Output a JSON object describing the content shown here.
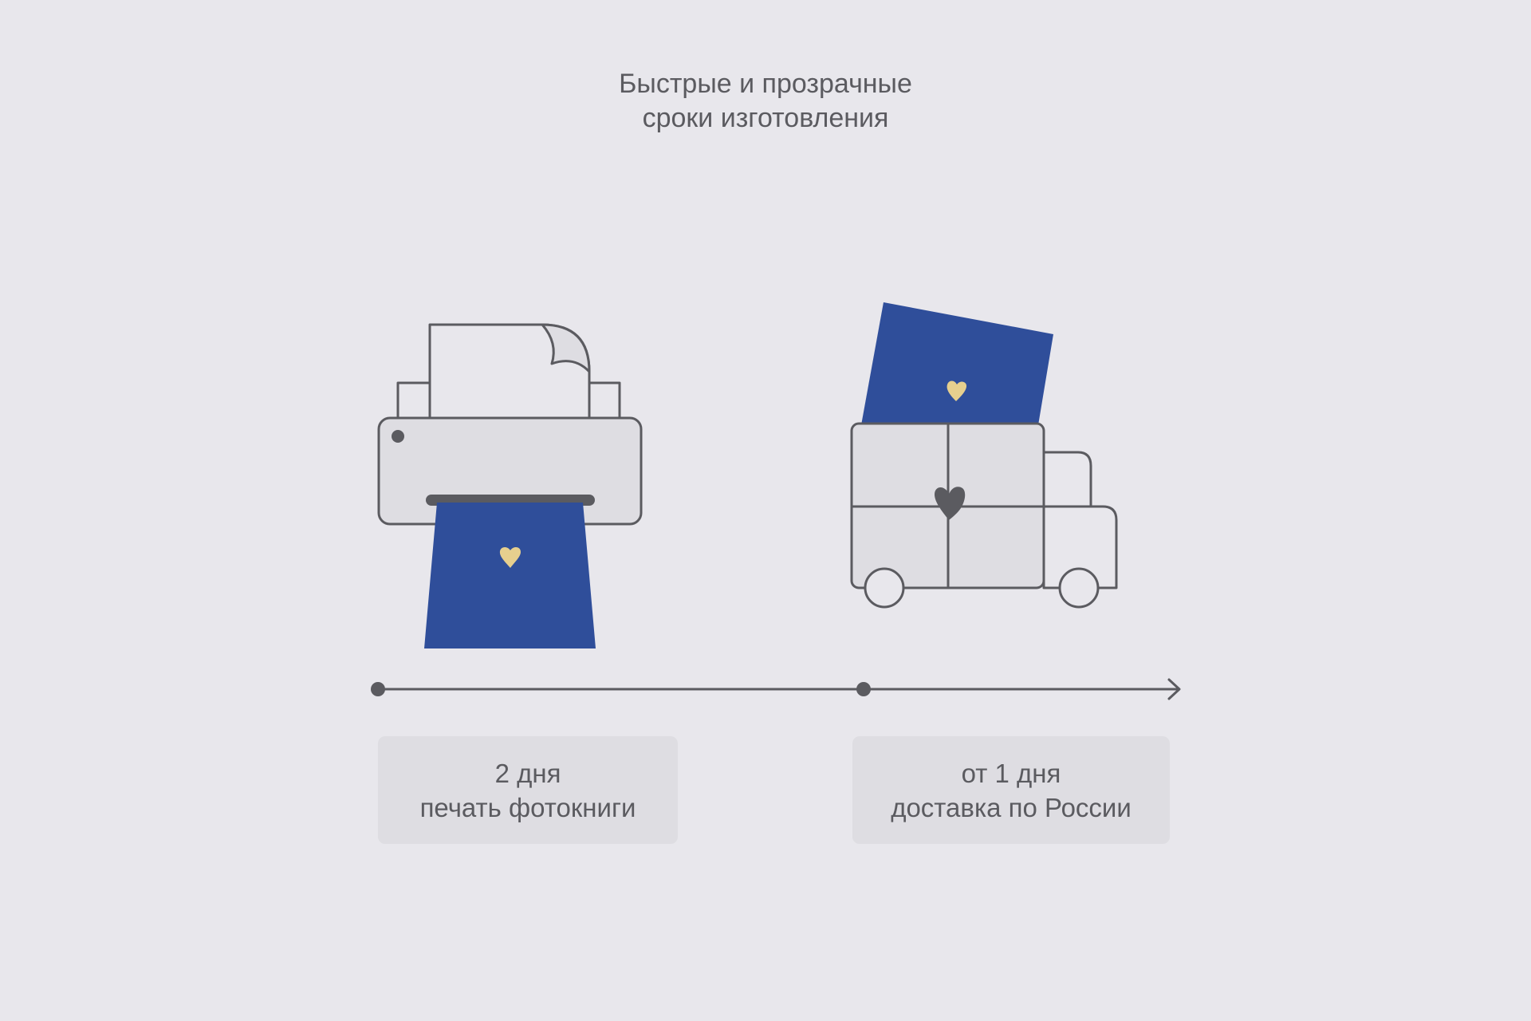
{
  "header": {
    "title_line1": "Быстрые и прозрачные",
    "title_line2": "сроки изготовления"
  },
  "illustrations": {
    "printer": {
      "icon": "printer-icon",
      "output": "photobook-cover",
      "accent": "#2f4e9a"
    },
    "truck": {
      "icon": "delivery-truck-icon",
      "cargo": "photobook-cover",
      "accent": "#2f4e9a"
    }
  },
  "timeline": {
    "icon": "arrow-right-icon",
    "stages": [
      {
        "duration": "2 дня",
        "description": "печать фотокниги"
      },
      {
        "duration": "от 1 дня",
        "description": "доставка по России"
      }
    ]
  },
  "colors": {
    "background": "#e8e7ec",
    "stroke": "#5b5b60",
    "fill_light": "#dedde2",
    "book_blue": "#2f4e9a",
    "heart_gold": "#e6cf8e"
  }
}
